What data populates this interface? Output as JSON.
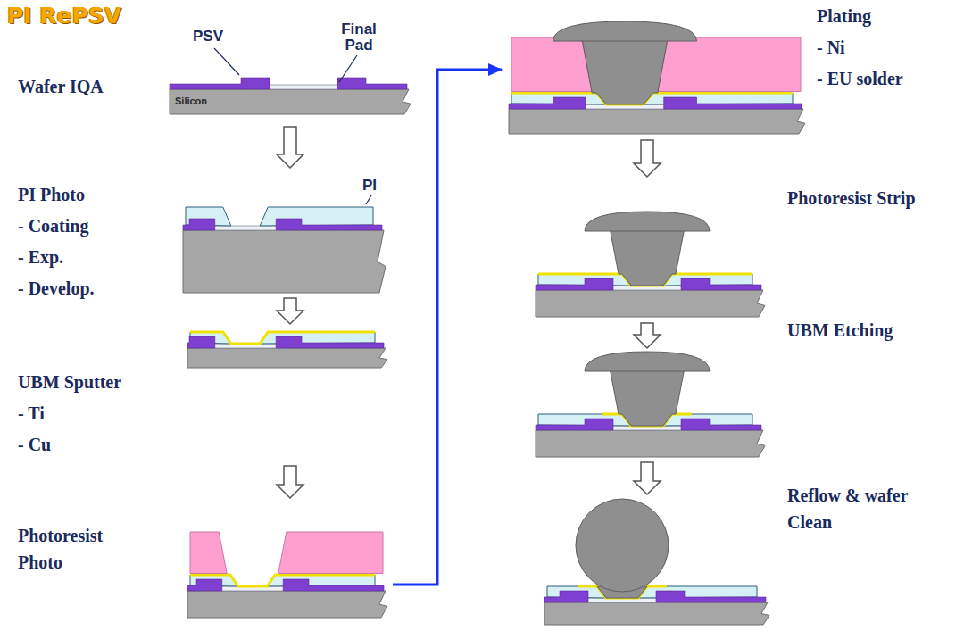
{
  "diagram": {
    "title": "PI RePSV",
    "nodes": [
      {
        "text": [
          "Wafer IQA"
        ]
      },
      {
        "text": [
          "PI Photo",
          "- Coating",
          "- Exp.",
          "- Develop."
        ]
      },
      {
        "text": [
          "UBM Sputter",
          "- Ti",
          "- Cu"
        ]
      },
      {
        "text": [
          "Photoresist Photo"
        ]
      },
      {
        "text": [
          "Plating",
          "- Ni",
          "- EU solder"
        ]
      },
      {
        "text": [
          "Photoresist Strip"
        ]
      },
      {
        "text": [
          "UBM Etching"
        ]
      },
      {
        "text": [
          "Reflow & wafer Clean"
        ]
      }
    ],
    "edges": [
      {
        "from": 0,
        "to": 1,
        "arrow": "to"
      },
      {
        "from": 1,
        "to": 2,
        "arrow": "to"
      },
      {
        "from": 2,
        "to": 3,
        "arrow": "to"
      },
      {
        "from": 3,
        "to": 4,
        "arrow": "to"
      },
      {
        "from": 4,
        "to": 5,
        "arrow": "to"
      },
      {
        "from": 5,
        "to": 6,
        "arrow": "to"
      },
      {
        "from": 6,
        "to": 7,
        "arrow": "to"
      }
    ],
    "labels": [
      "PSV",
      "Final Pad",
      "Silicon",
      "PI"
    ]
  }
}
